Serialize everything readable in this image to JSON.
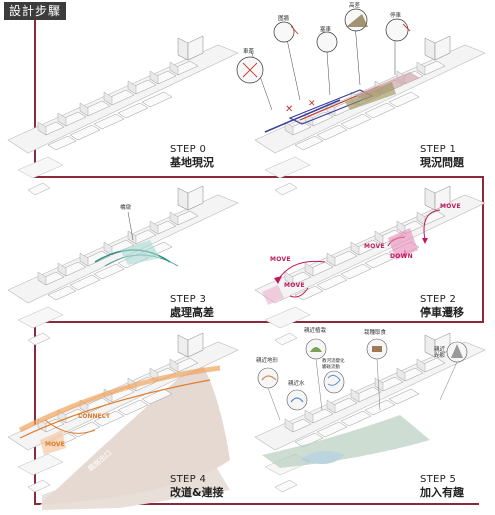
{
  "title": "設計步驟",
  "steps": [
    {
      "num": "STEP 0",
      "name": "基地現況"
    },
    {
      "num": "STEP 1",
      "name": "現況問題"
    },
    {
      "num": "STEP 2",
      "name": "停車遷移"
    },
    {
      "num": "STEP 3",
      "name": "處理高差"
    },
    {
      "num": "STEP 4",
      "name": "改道&連接"
    },
    {
      "num": "STEP 5",
      "name": "加入有趣"
    }
  ],
  "step1_annotations": {
    "car_lane": "車道",
    "walkway": "圍牆",
    "congestion": "塞車",
    "height_diff": "高差",
    "parking": "停車"
  },
  "step2_labels": {
    "move_top": "MOVE",
    "move_mid": "MOVE",
    "down": "DOWN",
    "move_left": "MOVE",
    "move_bottom": "MOVE"
  },
  "step3_annotation": "橋墩",
  "step4_labels": {
    "connect": "CONNECT",
    "move": "MOVE",
    "rail": "鐵路出口"
  },
  "step5_annotations": {
    "terrain": "親近地形",
    "water": "親近水",
    "plants": "親近植栽",
    "river_note_1": "教河流變化",
    "river_note_2": "觸碰流動",
    "farm": "栽種取食",
    "light": "親近光影"
  },
  "colors": {
    "frame": "#8a2a3a",
    "move": "#c2185b",
    "connect": "#e07b2a",
    "terrain_fill": "#e8dfd8"
  }
}
